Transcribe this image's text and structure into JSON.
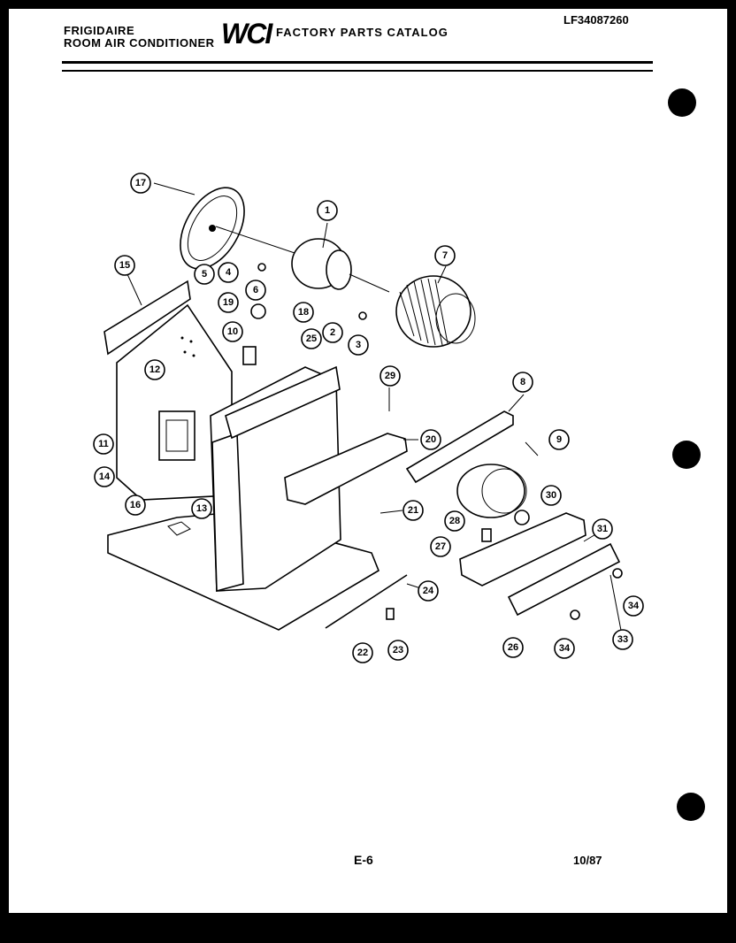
{
  "header": {
    "brand_line1": "FRIGIDAIRE",
    "brand_line2": "ROOM AIR CONDITIONER",
    "logo_text": "WCI",
    "catalog_title": "FACTORY PARTS CATALOG",
    "model_number": "LF34087260"
  },
  "footer": {
    "page_number": "E-6",
    "date": "10/87"
  },
  "callouts": [
    "1",
    "2",
    "3",
    "4",
    "5",
    "6",
    "7",
    "8",
    "9",
    "10",
    "11",
    "12",
    "13",
    "14",
    "15",
    "16",
    "17",
    "18",
    "19",
    "20",
    "21",
    "22",
    "23",
    "24",
    "25",
    "26",
    "27",
    "28",
    "29",
    "30",
    "31",
    "33",
    "34",
    "34"
  ]
}
